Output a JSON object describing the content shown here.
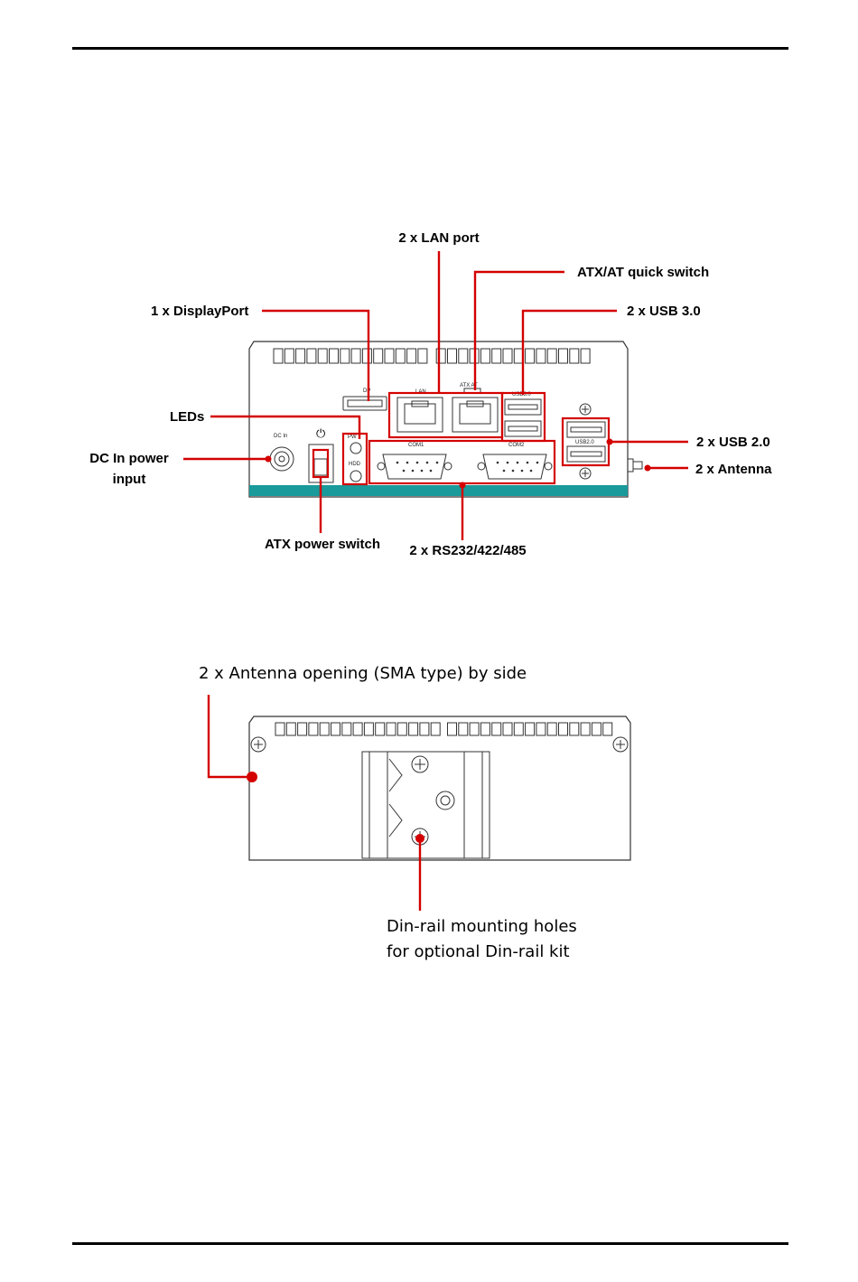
{
  "front_view": {
    "callouts": {
      "lan": "2 x LAN port",
      "atx_switch": "ATX/AT quick switch",
      "displayport": "1 x DisplayPort",
      "usb3": "2 x USB 3.0",
      "leds": "LEDs",
      "dc_in_line1": "DC In power",
      "dc_in_line2": "input",
      "usb2": "2 x USB 2.0",
      "antenna": "2 x Antenna",
      "atx_power": "ATX power switch",
      "serial": "2 x RS232/422/485"
    },
    "panel_labels": {
      "dp": "DP",
      "lan": "LAN",
      "atx_at": "ATX AT",
      "usb3": "USB3.0",
      "usb2": "USB2.0",
      "com1": "COM1",
      "com2": "COM2",
      "dc_in": "DC In",
      "pwr": "PW",
      "hdd": "HDD"
    }
  },
  "side_view": {
    "antenna_opening": "2 x Antenna opening (SMA type) by side",
    "din_line1": "Din-rail mounting holes",
    "din_line2": "for optional Din-rail kit"
  },
  "colors": {
    "callout": "#d40000",
    "teal_strip": "#1a9a9a"
  }
}
